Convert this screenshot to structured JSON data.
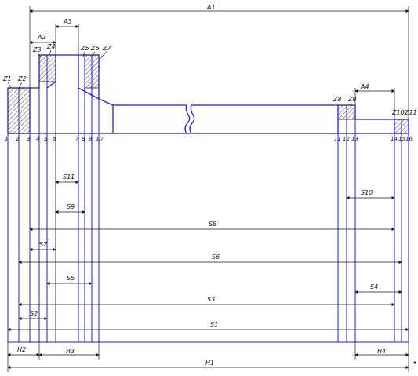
{
  "title": "",
  "dimensions": {
    "A1": "A1",
    "A2": "A2",
    "A3": "A3",
    "A4": "A4",
    "S1": "S1",
    "S2": "S2",
    "S3": "S3",
    "S4": "S4",
    "S5": "S5",
    "S6": "S6",
    "S7": "S7",
    "S8": "S8",
    "S9": "S9",
    "S10": "S10",
    "S11": "S11",
    "H1": "H1",
    "H2": "H2",
    "H3": "H3",
    "H4": "H4"
  },
  "surfaces": {
    "Z1": "Z1",
    "Z2": "Z2",
    "Z3": "Z3",
    "Z4": "Z4",
    "Z5": "Z5",
    "Z6": "Z6",
    "Z7": "Z7",
    "Z8": "Z8",
    "Z9": "Z9",
    "Z10": "Z10",
    "Z11": "Z11"
  },
  "face_numbers": [
    "1",
    "2",
    "3",
    "4",
    "5",
    "6",
    "7",
    "8",
    "9",
    "10",
    "11",
    "12",
    "13",
    "14",
    "15",
    "16"
  ]
}
